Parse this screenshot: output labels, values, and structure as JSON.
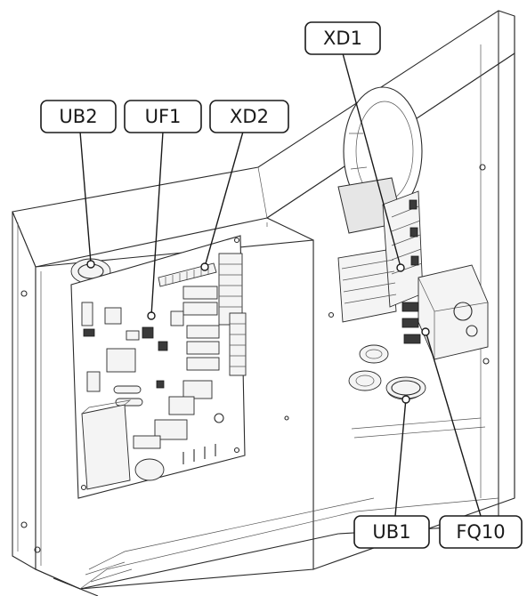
{
  "labels": {
    "ub2": "UB2",
    "uf1": "UF1",
    "xd2": "XD2",
    "xd1": "XD1",
    "ub1": "UB1",
    "fq10": "FQ10"
  },
  "colors": {
    "line": "#1a1a1a",
    "background": "#ffffff"
  }
}
